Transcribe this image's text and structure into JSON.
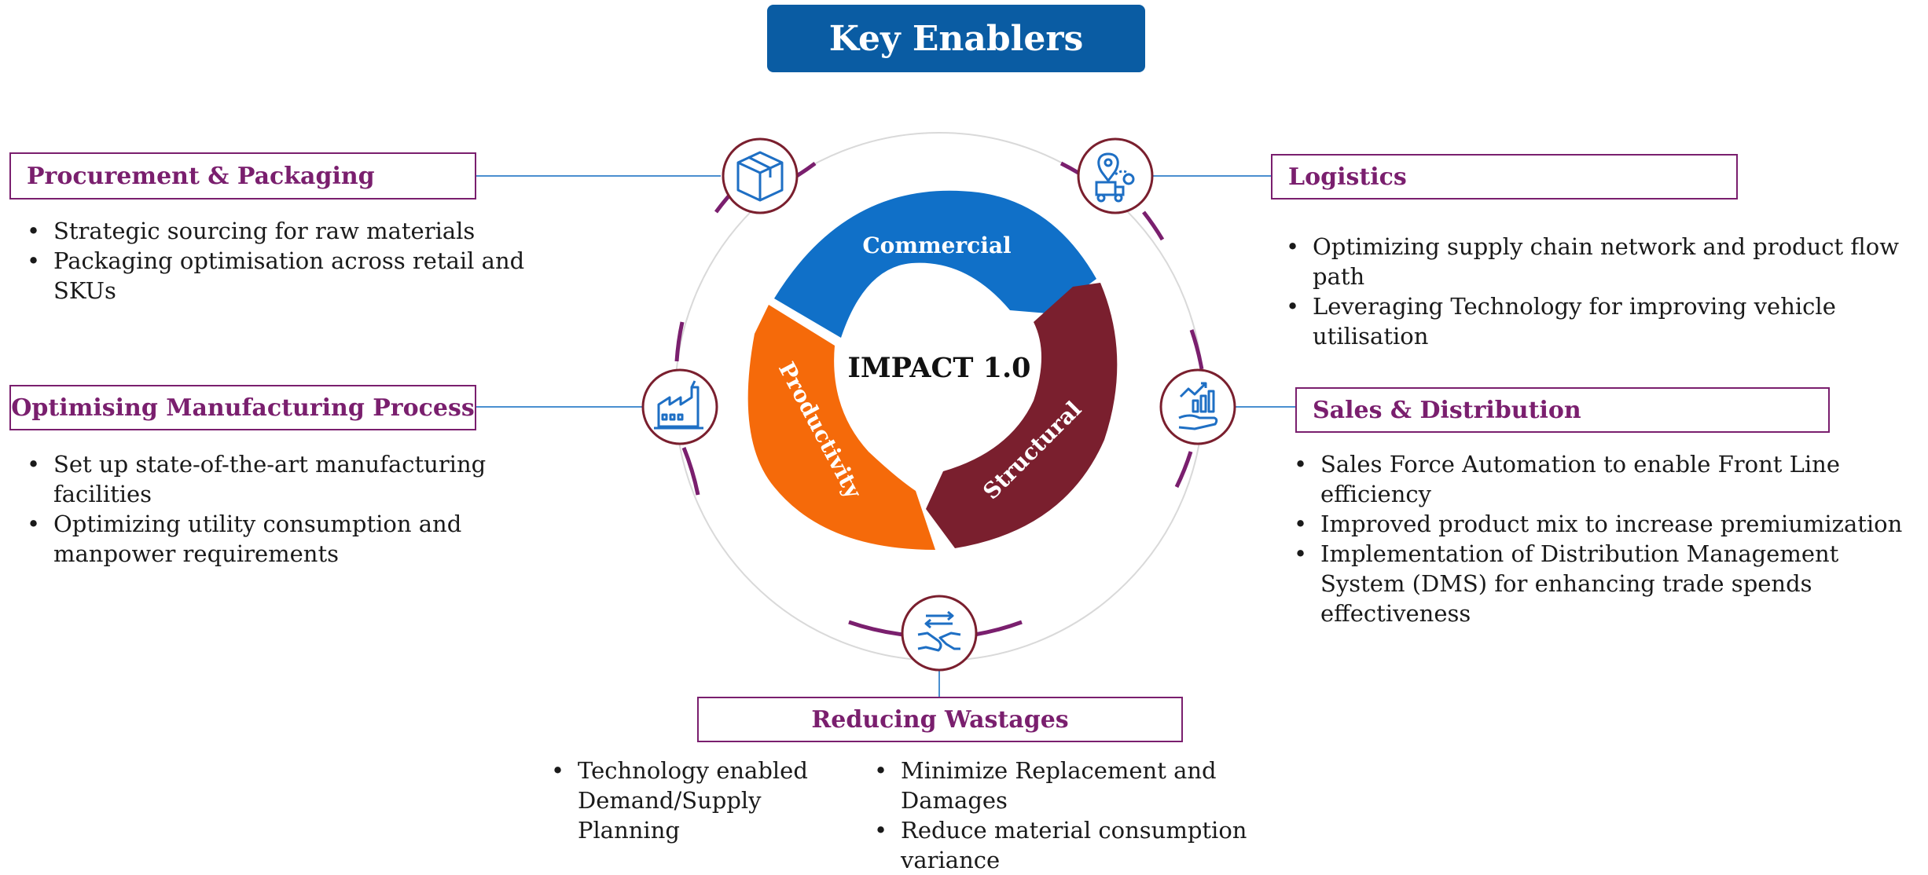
{
  "title": "Key Enablers",
  "center": {
    "label": "IMPACT 1.0",
    "segments": [
      {
        "label": "Commercial",
        "color": "#1070c8"
      },
      {
        "label": "Structural",
        "color": "#7a1f2e"
      },
      {
        "label": "Productivity",
        "color": "#f56a0a"
      }
    ]
  },
  "enablers": [
    {
      "title": "Procurement & Packaging",
      "icon": "package-box-icon",
      "bullets": [
        "Strategic sourcing for raw materials",
        "Packaging optimisation across retail and SKUs"
      ]
    },
    {
      "title": "Logistics",
      "icon": "delivery-route-icon",
      "bullets": [
        "Optimizing supply chain network and product flow path",
        "Leveraging Technology for improving vehicle utilisation"
      ]
    },
    {
      "title": "Optimising Manufacturing Process",
      "icon": "factory-icon",
      "bullets": [
        "Set up state-of-the-art manufacturing facilities",
        "Optimizing utility consumption and manpower requirements"
      ]
    },
    {
      "title": "Sales & Distribution",
      "icon": "sales-growth-icon",
      "bullets": [
        "Sales Force Automation to enable Front Line efficiency",
        "Improved product mix to increase premiumization",
        "Implementation of Distribution Management System (DMS) for enhancing trade spends effectiveness"
      ]
    },
    {
      "title": "Reducing Wastages",
      "icon": "handshake-icon",
      "bullets_left": [
        "Technology enabled Demand/Supply Planning"
      ],
      "bullets_right": [
        "Minimize Replacement and Damages",
        "Reduce material consumption variance"
      ]
    }
  ],
  "colors": {
    "title_bg": "#0a5ca3",
    "accent": "#7a1f6e",
    "connector": "#4a8fd0",
    "ring": "#d9d9d9"
  }
}
